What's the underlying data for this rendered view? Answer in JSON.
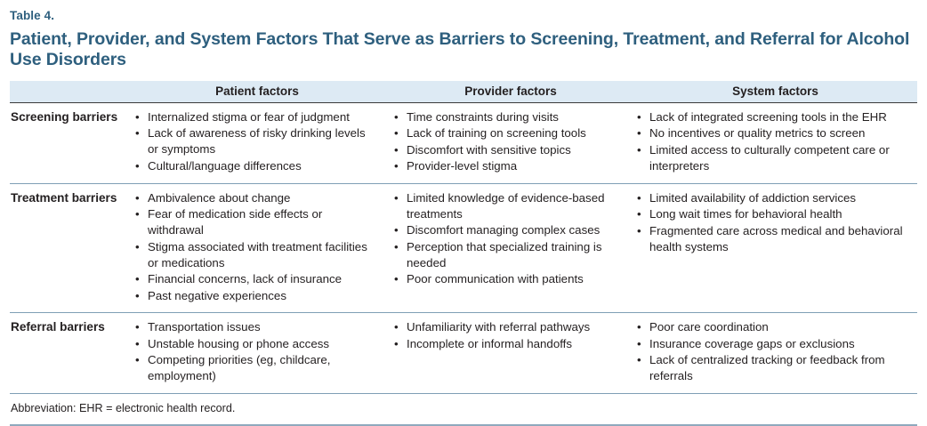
{
  "caption": {
    "label": "Table 4.",
    "title": "Patient, Provider, and System Factors That Serve as Barriers to Screening, Treatment, and Referral for Alcohol Use Disorders"
  },
  "colors": {
    "accent": "#2e5f7e",
    "header_band": "#ddeaf4",
    "rule": "#7f9fb5",
    "text": "#231f20"
  },
  "table": {
    "columns": [
      {
        "key": "stub",
        "label": ""
      },
      {
        "key": "patient",
        "label": "Patient factors"
      },
      {
        "key": "provider",
        "label": "Provider factors"
      },
      {
        "key": "system",
        "label": "System factors"
      }
    ],
    "bullet_glyph": "•",
    "rows": [
      {
        "label": "Screening barriers",
        "patient": [
          "Internalized stigma or fear of judgment",
          "Lack of awareness of risky drinking levels or symptoms",
          "Cultural/language differences"
        ],
        "provider": [
          "Time constraints during visits",
          "Lack of training on screening tools",
          "Discomfort with sensitive topics",
          "Provider-level stigma"
        ],
        "system": [
          "Lack of integrated screening tools in the EHR",
          "No incentives or quality metrics to screen",
          "Limited access to culturally competent care or interpreters"
        ]
      },
      {
        "label": "Treatment barriers",
        "patient": [
          "Ambivalence about change",
          "Fear of medication side effects or withdrawal",
          "Stigma associated with treatment facilities or medications",
          "Financial concerns, lack of insurance",
          "Past negative experiences"
        ],
        "provider": [
          "Limited knowledge of evidence-based treatments",
          "Discomfort managing complex cases",
          "Perception that specialized training is needed",
          "Poor communication with patients"
        ],
        "system": [
          "Limited availability of addiction services",
          "Long wait times for behavioral health",
          "Fragmented care across medical and behavioral health systems"
        ]
      },
      {
        "label": "Referral barriers",
        "patient": [
          "Transportation issues",
          "Unstable housing or phone access",
          "Competing priorities (eg, childcare, employment)"
        ],
        "provider": [
          "Unfamiliarity with referral pathways",
          "Incomplete or informal handoffs"
        ],
        "system": [
          "Poor care coordination",
          "Insurance coverage gaps or exclusions",
          "Lack of centralized tracking or feedback from referrals"
        ]
      }
    ]
  },
  "footnote": "Abbreviation: EHR = electronic health record."
}
